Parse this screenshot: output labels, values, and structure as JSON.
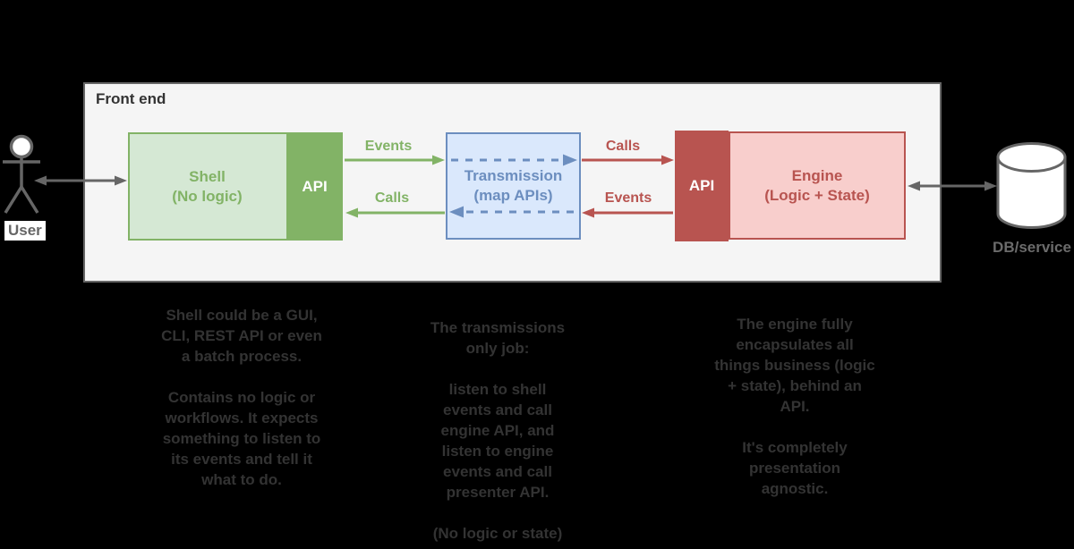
{
  "diagram": {
    "frontend_label": "Front end",
    "shell": {
      "title": "Shell\n(No logic)",
      "api": "API"
    },
    "transmission": {
      "title": "Transmission\n(map APIs)"
    },
    "engine": {
      "title": "Engine\n(Logic + State)",
      "api": "API"
    },
    "arrow_labels": {
      "shell_to_transmission": "Events",
      "transmission_to_shell": "Calls",
      "transmission_to_engine": "Calls",
      "engine_to_transmission": "Events"
    },
    "actors": {
      "user": "User",
      "db": "DB/service"
    },
    "notes": {
      "shell": "Shell could be a GUI,\nCLI, REST API or even\na batch process.\n\nContains no logic or\nworkflows. It expects\nsomething to listen to\nits events and tell it\nwhat to do.",
      "transmission": "The transmissions\nonly job:\n\nlisten to shell\nevents and call\nengine API, and\nlisten to engine\nevents and call\npresenter API.\n\n(No logic or state)",
      "engine": "The engine fully\nencapsulates all\nthings business (logic\n+ state), behind an\nAPI.\n\nIt's completely\npresentation\nagnostic."
    },
    "colors": {
      "green": "#82b366",
      "green_light": "#d5e8d4",
      "blue": "#6c8ebf",
      "blue_light": "#dae8fc",
      "red": "#b85450",
      "red_light": "#f8cecc",
      "gray": "#666666",
      "panel_fill": "#f5f5f5",
      "text": "#333333",
      "background": "#000000"
    }
  }
}
